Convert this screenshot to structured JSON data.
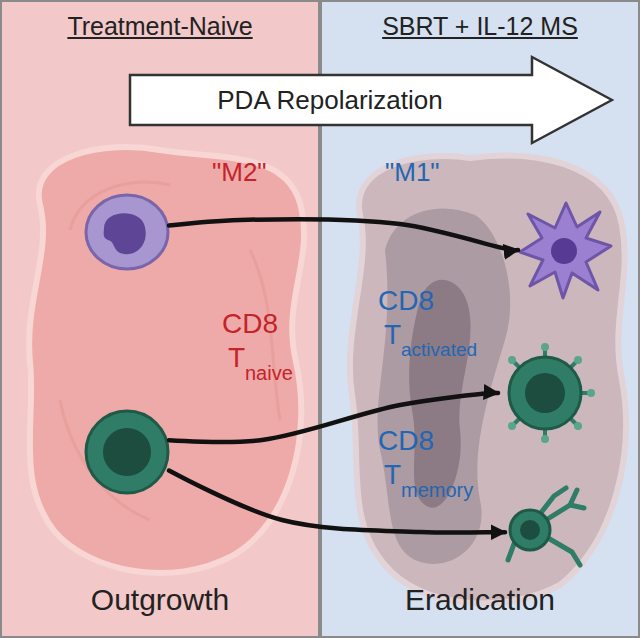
{
  "diagram": {
    "nodes": [
      {
        "text": [
          "Treatment-Naive",
          "Outgrowth"
        ]
      },
      {
        "text": [
          "SBRT + IL-12 MS",
          "Eradication"
        ]
      },
      {
        "text": [
          "PDA Repolarization"
        ]
      },
      {
        "text": [
          "\"M2\""
        ],
        "in": 0
      },
      {
        "text": [
          "CD8",
          "T",
          "naive"
        ],
        "in": 0
      },
      {
        "text": [
          "\"M1\""
        ],
        "in": 1
      },
      {
        "text": [
          "CD8",
          "T",
          "activated"
        ],
        "in": 1
      },
      {
        "text": [
          "CD8",
          "T",
          "memory"
        ],
        "in": 1
      }
    ],
    "edges": [
      {
        "from": 3,
        "to": 5,
        "arrow": "to"
      },
      {
        "from": 4,
        "to": 6,
        "arrow": "to"
      },
      {
        "from": 4,
        "to": 7,
        "arrow": "to"
      }
    ]
  }
}
